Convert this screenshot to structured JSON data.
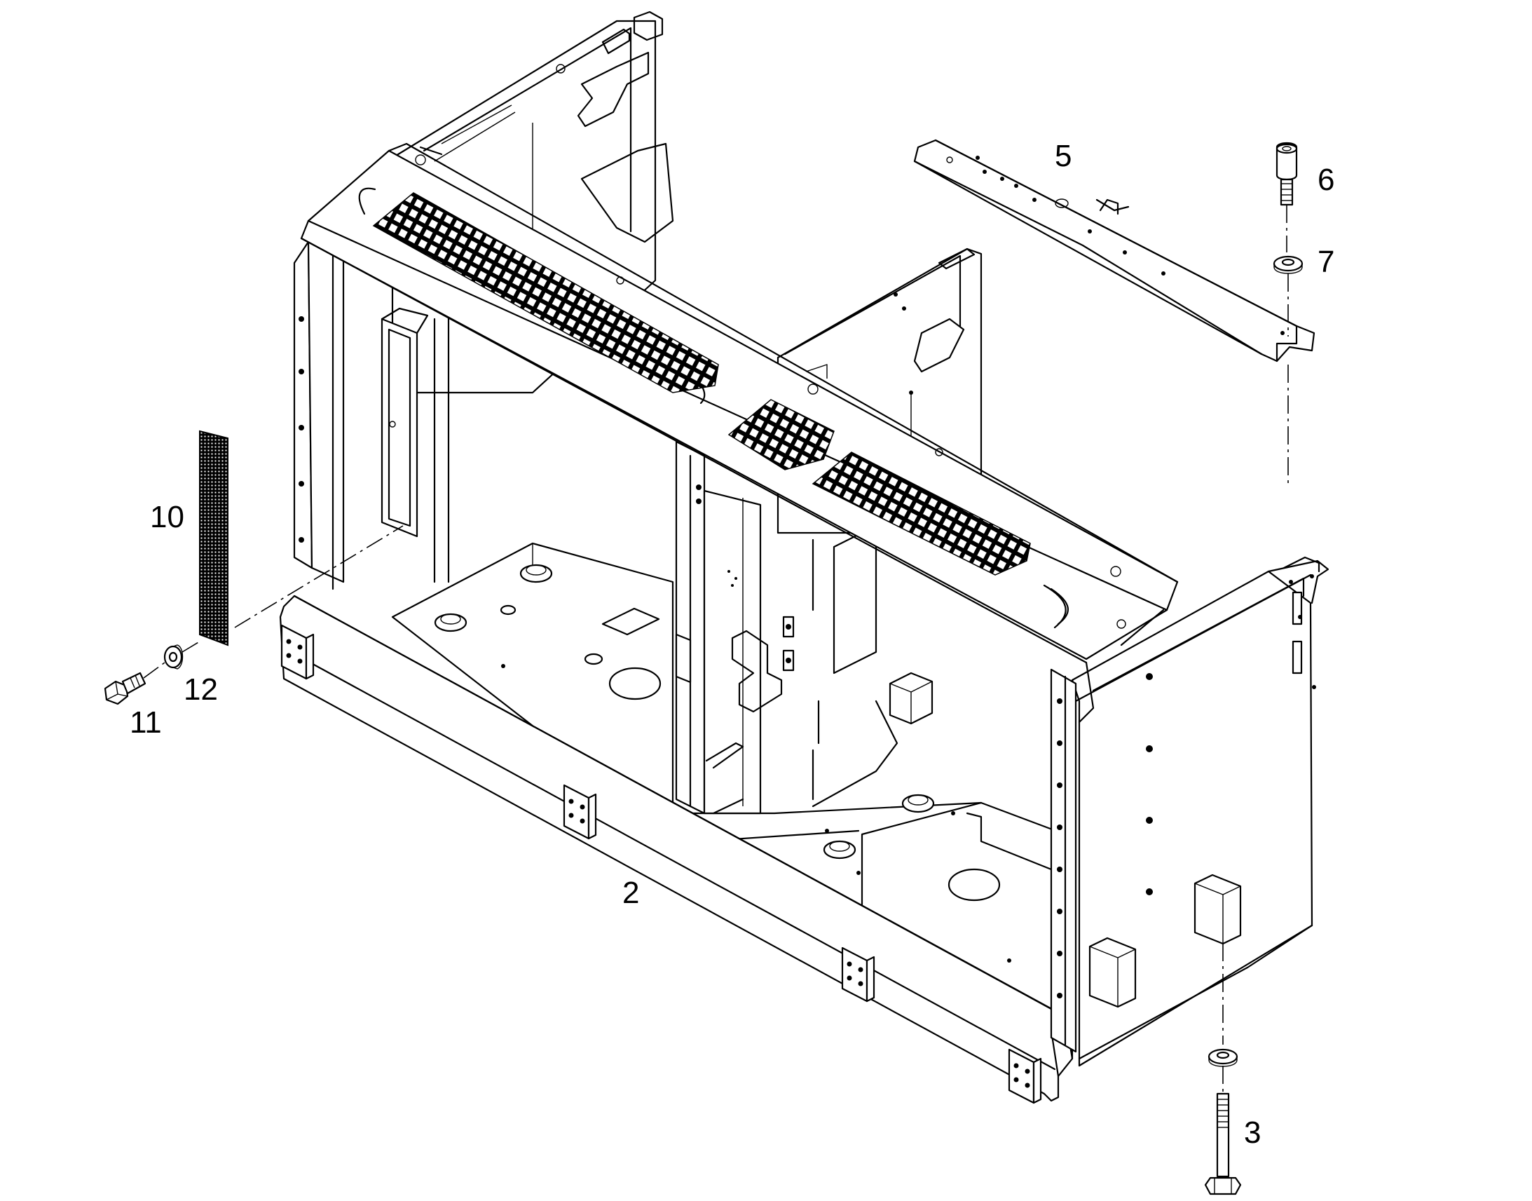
{
  "colors": {
    "line": "#000000",
    "background": "#ffffff"
  },
  "callouts": [
    {
      "id": "2",
      "text": "2"
    },
    {
      "id": "3",
      "text": "3"
    },
    {
      "id": "5",
      "text": "5"
    },
    {
      "id": "6",
      "text": "6"
    },
    {
      "id": "7",
      "text": "7"
    },
    {
      "id": "10",
      "text": "10"
    },
    {
      "id": "11",
      "text": "11"
    },
    {
      "id": "12",
      "text": "12"
    }
  ]
}
